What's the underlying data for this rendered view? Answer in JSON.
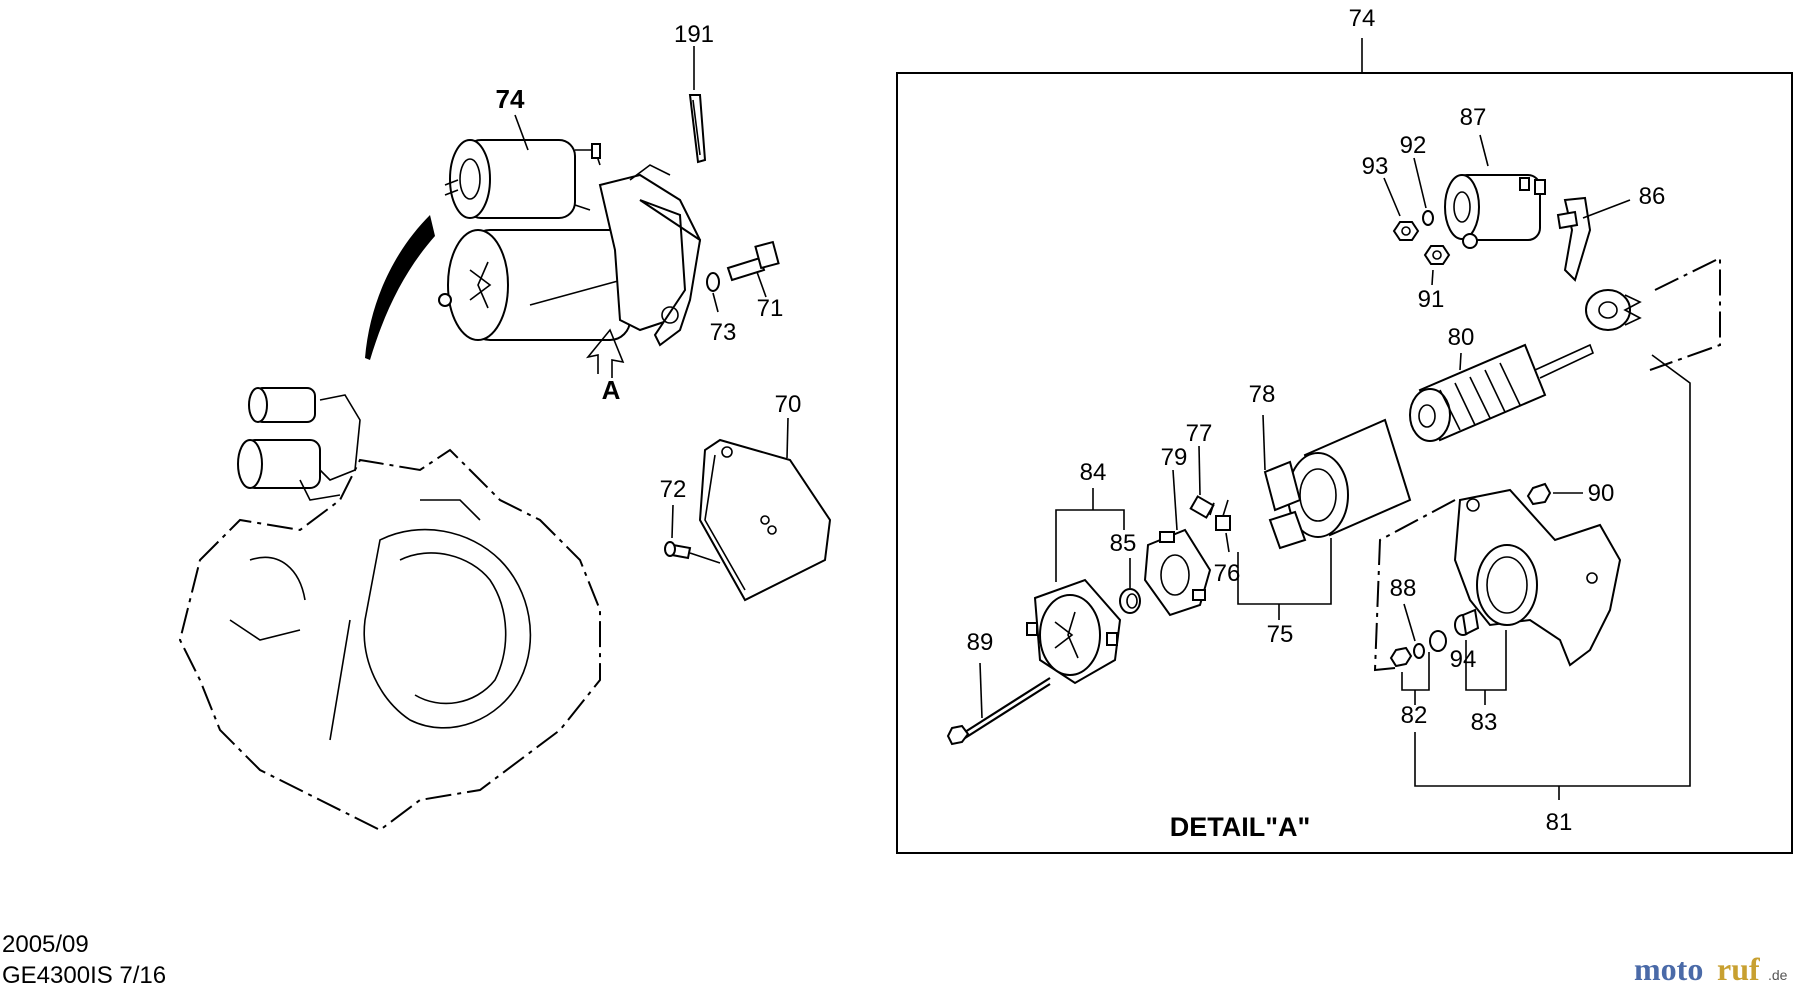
{
  "diagram": {
    "detail_title": "DETAIL\"A\"",
    "view_marker": "A",
    "main_assembly_label": "74",
    "detail_box_label": "74",
    "part_labels": {
      "p191": "191",
      "p71": "71",
      "p73": "73",
      "p70": "70",
      "p72": "72",
      "p93": "93",
      "p92": "92",
      "p87": "87",
      "p86": "86",
      "p91": "91",
      "p80": "80",
      "p78": "78",
      "p77": "77",
      "p79": "79",
      "p84": "84",
      "p85": "85",
      "p76": "76",
      "p75": "75",
      "p90": "90",
      "p88": "88",
      "p94": "94",
      "p89": "89",
      "p82": "82",
      "p83": "83",
      "p81": "81"
    }
  },
  "footer": {
    "date": "2005/09",
    "model_page": "GE4300IS 7/16"
  },
  "watermark": {
    "part1": "moto",
    "part2": "ruf",
    "suffix": ".de",
    "colors": {
      "moto": "#4a6aa8",
      "ruf": "#c8a030"
    }
  }
}
